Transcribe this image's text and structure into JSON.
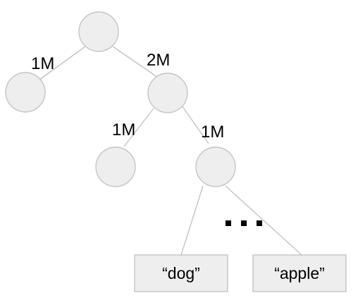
{
  "tree": {
    "edge_labels": {
      "root_left": "1M",
      "root_right": "2M",
      "mid_left": "1M",
      "mid_right": "1M"
    },
    "leaves": {
      "left": "“dog”",
      "right": "“apple”"
    },
    "ellipsis": "..."
  }
}
